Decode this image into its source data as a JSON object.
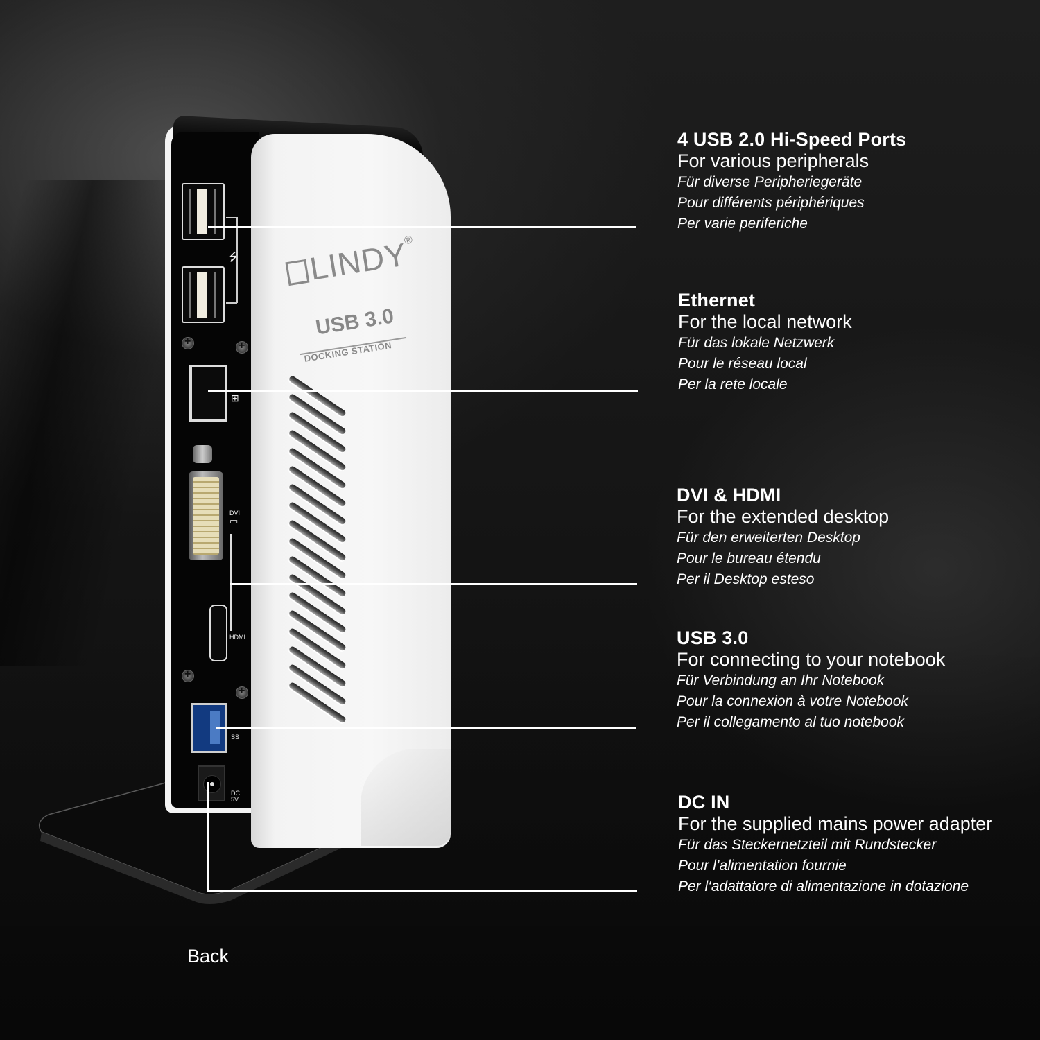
{
  "product": {
    "brand": "LINDY",
    "brand_mark": "®",
    "model_line1": "USB 3.0",
    "model_line2": "DOCKING STATION",
    "port_labels": {
      "dvi": "DVI",
      "hdmi": "HDMI",
      "usb3": "SS",
      "dc": "DC 5V"
    }
  },
  "callouts": [
    {
      "title": "4 USB 2.0 Hi-Speed Ports",
      "subtitle": "For various peripherals",
      "de": "Für diverse Peripheriegeräte",
      "fr": "Pour différents périphériques",
      "it": "Per varie periferiche"
    },
    {
      "title": "Ethernet",
      "subtitle": "For the local network",
      "de": "Für das lokale Netzwerk",
      "fr": "Pour le réseau local",
      "it": "Per la rete locale"
    },
    {
      "title": "DVI & HDMI",
      "subtitle": "For the extended desktop",
      "de": "Für den erweiterten Desktop",
      "fr": "Pour le bureau étendu",
      "it": "Per il Desktop esteso"
    },
    {
      "title": "USB 3.0",
      "subtitle": "For connecting to your notebook",
      "de": "Für Verbindung an Ihr Notebook",
      "fr": "Pour la connexion à votre Notebook",
      "it": "Per il collegamento al tuo notebook"
    },
    {
      "title": "DC IN",
      "subtitle": "For the supplied mains power adapter",
      "de": "Für das Steckernetzteil mit Rundstecker",
      "fr": "Pour l’alimentation fournie",
      "it": "Per l‘adattatore di alimentazione in dotazione"
    }
  ],
  "caption": "Back",
  "colors": {
    "background": "#141414",
    "text": "#ffffff",
    "device_body": "#f4f4f4",
    "device_panel": "#050505",
    "usb3_blue": "#2a5fb0"
  },
  "icons": {
    "usb": "usb-trident-icon",
    "network": "network-icon",
    "monitor": "monitor-icon"
  }
}
